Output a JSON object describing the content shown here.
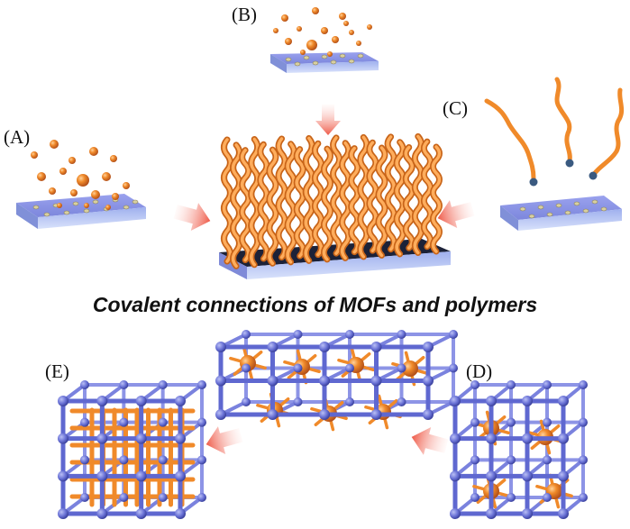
{
  "panels": {
    "a": "(A)",
    "b": "(B)",
    "c": "(C)",
    "d": "(D)",
    "e": "(E)"
  },
  "caption": "Covalent connections of MOFs and polymers",
  "colors": {
    "polymer": "#f08a2a",
    "polymer_highlight": "#ffc078",
    "substrate_top": "#8e96e6",
    "substrate_side": "#a8b6f0",
    "framework": "#6a72d6",
    "node": "#5a63c8",
    "anchor": "#3a5a80",
    "arrow": "#f06a5a",
    "substrate_dark_top": "#1c2238"
  },
  "icons": {
    "arrow": "red-gradient-arrow",
    "substrate": "blue-slab",
    "monomer": "orange-sphere",
    "chain": "orange-wavy-chain",
    "framework": "blue-cubic-lattice"
  }
}
